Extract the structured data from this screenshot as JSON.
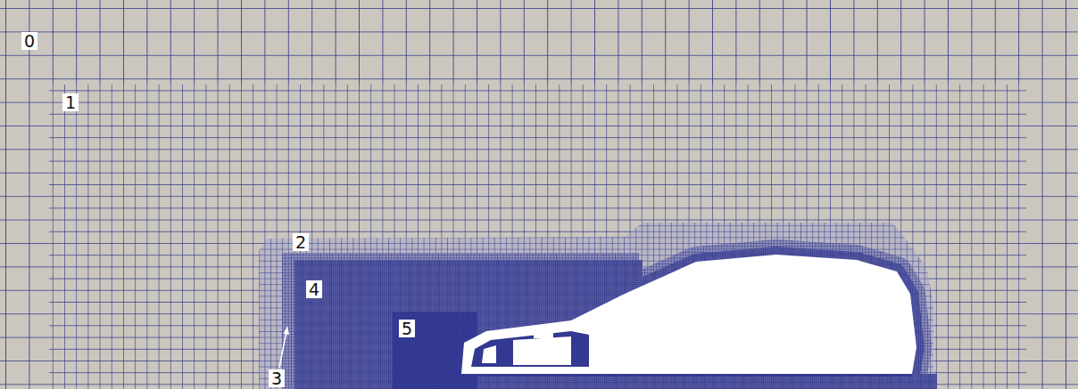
{
  "diagram": {
    "labels": [
      "0",
      "1",
      "2",
      "4",
      "5",
      "3"
    ]
  }
}
